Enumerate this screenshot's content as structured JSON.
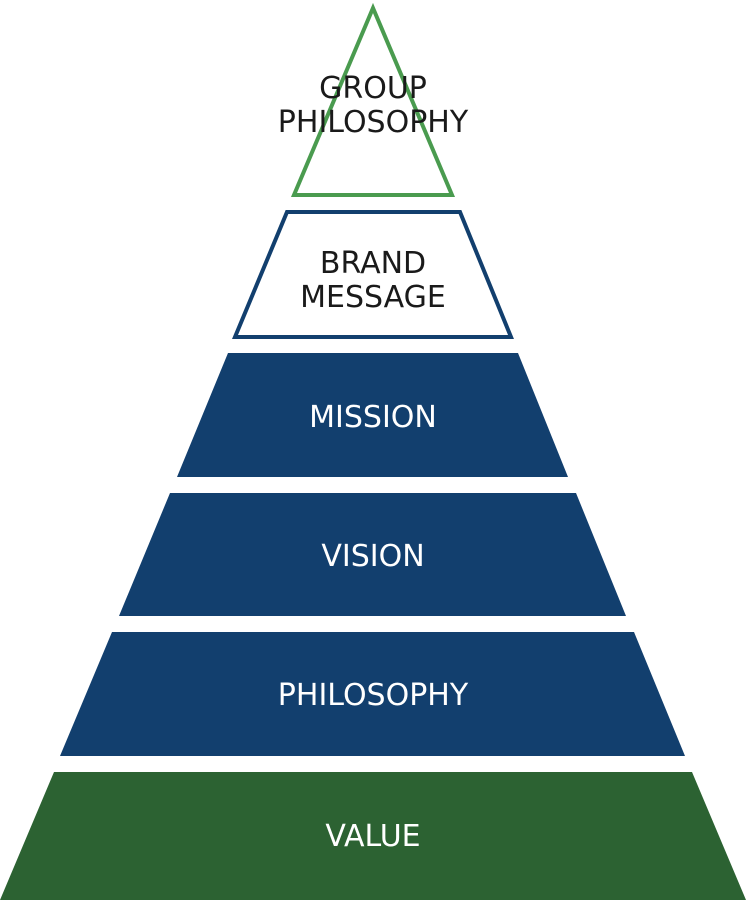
{
  "colors": {
    "navy": "#123f6e",
    "dark_green": "#2c6232",
    "light_green": "#4a9b4f",
    "white": "#ffffff",
    "text_dark": "#1a1a1a"
  },
  "tiers": [
    {
      "id": "group-philosophy",
      "lines": [
        "GROUP",
        "PHILOSOPHY"
      ],
      "style": "outline",
      "color": "#4a9b4f"
    },
    {
      "id": "brand-message",
      "lines": [
        "BRAND",
        "MESSAGE"
      ],
      "style": "outline",
      "color": "#123f6e"
    },
    {
      "id": "mission",
      "lines": [
        "MISSION"
      ],
      "style": "filled",
      "color": "#123f6e"
    },
    {
      "id": "vision",
      "lines": [
        "VISION"
      ],
      "style": "filled",
      "color": "#123f6e"
    },
    {
      "id": "philosophy",
      "lines": [
        "PHILOSOPHY"
      ],
      "style": "filled",
      "color": "#123f6e"
    },
    {
      "id": "value",
      "lines": [
        "VALUE"
      ],
      "style": "filled",
      "color": "#2c6232"
    }
  ]
}
